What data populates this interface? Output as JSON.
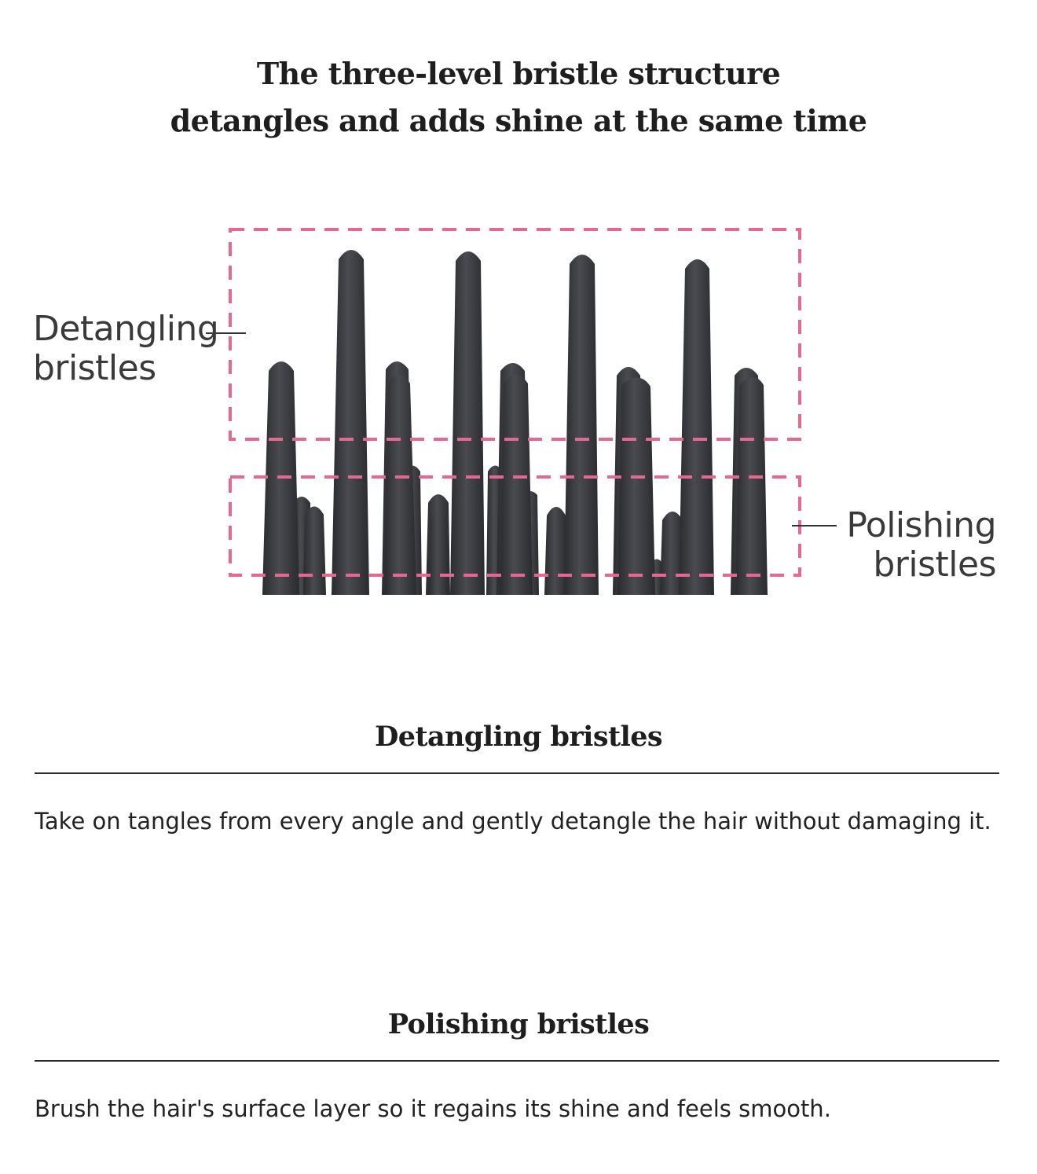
{
  "headline": {
    "line1": "The three-level bristle structure",
    "line2": "detangles and adds shine at the same time"
  },
  "illustration": {
    "left_label": {
      "line1": "Detangling",
      "line2": "bristles"
    },
    "right_label": {
      "line1": "Polishing",
      "line2": "bristles"
    },
    "frame_color": "#e5688f",
    "bristle_color": "#3b3c40"
  },
  "sections": [
    {
      "title": "Detangling bristles",
      "body": "Take on tangles from every angle and gently detangle the hair without damaging it."
    },
    {
      "title": "Polishing bristles",
      "body": "Brush the hair's surface layer so it regains its shine and feels smooth."
    }
  ]
}
